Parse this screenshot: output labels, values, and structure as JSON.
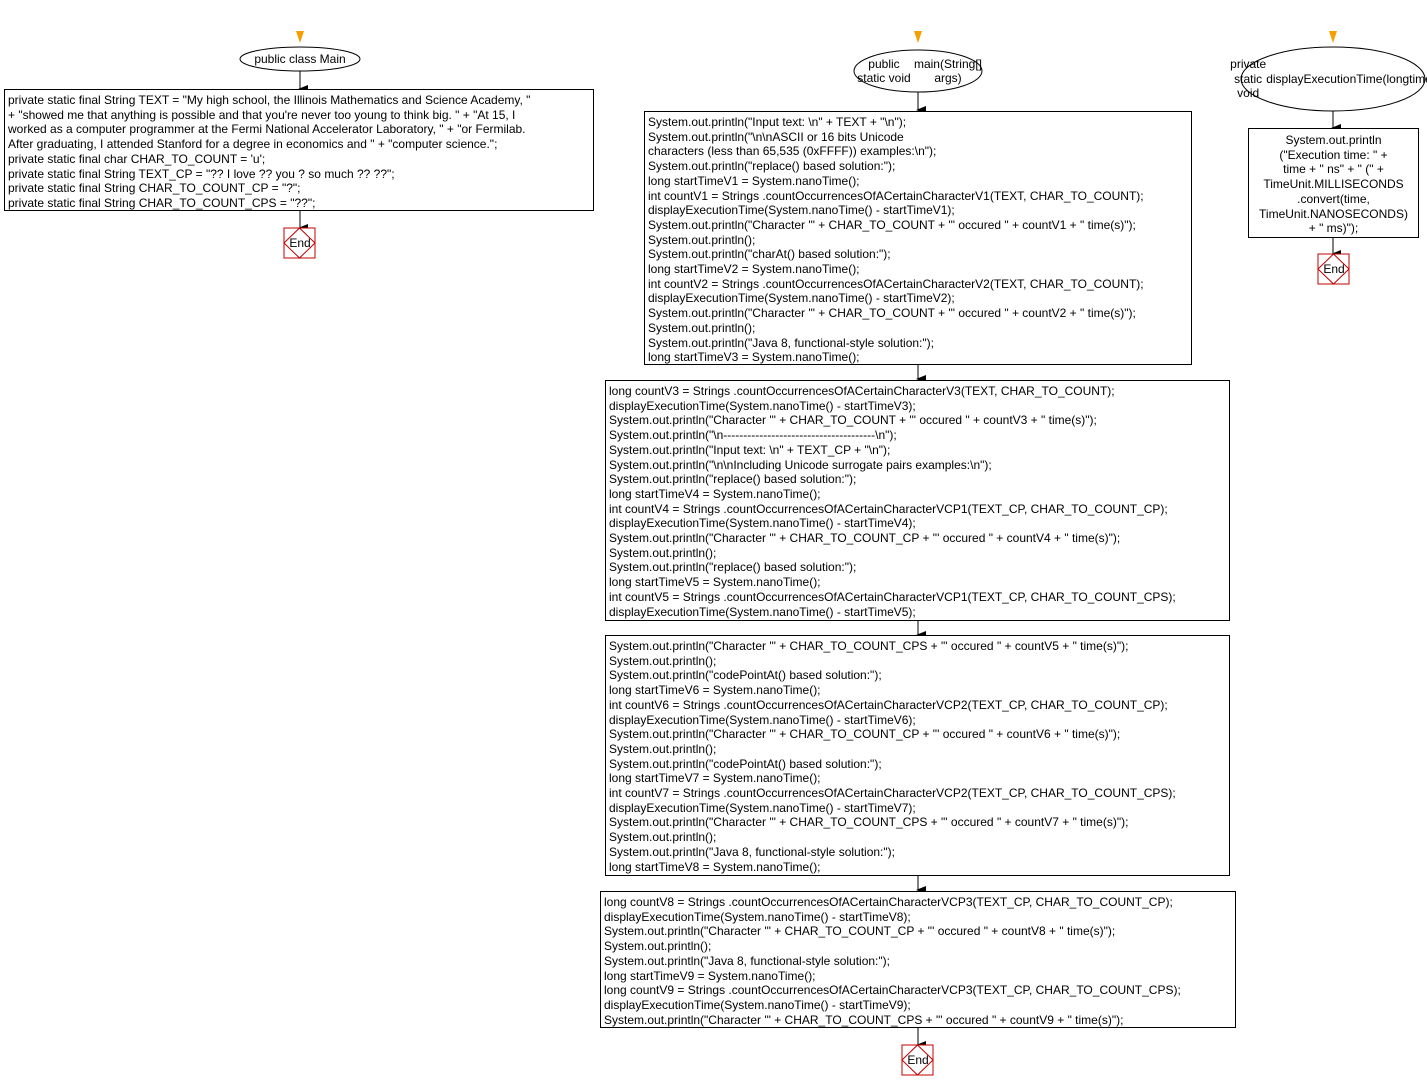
{
  "colors": {
    "start_marker": "#f5a000",
    "end_border": "#c00000",
    "stroke": "#000000"
  },
  "flows": {
    "class_flow": {
      "header": [
        "public class Main"
      ],
      "blocks": [
        [
          "private static final String TEXT = \"My high school, the Illinois Mathematics and Science Academy, \"",
          "+ \"showed me that anything is possible and that you're never too young to think big. \" + \"At 15, I",
          "worked as a computer programmer at the Fermi National Accelerator Laboratory, \" + \"or Fermilab.",
          "After graduating, I attended Stanford for a degree in economics and \" + \"computer science.\";",
          "private static final char CHAR_TO_COUNT = 'u';",
          "private static final String TEXT_CP = \"?? I love ?? you ? so much ?? ??\";",
          "private static final String CHAR_TO_COUNT_CP = \"?\";",
          "private static final String CHAR_TO_COUNT_CPS = \"??\";"
        ]
      ],
      "end_label": "End"
    },
    "main_flow": {
      "header": [
        "public static void",
        "main(String[] args)"
      ],
      "blocks": [
        [
          "System.out.println(\"Input text: \\n\" + TEXT + \"\\n\");",
          "System.out.println(\"\\n\\nASCII or 16 bits Unicode",
          "characters (less than 65,535 (0xFFFF)) examples:\\n\");",
          "System.out.println(\"replace() based solution:\");",
          "long startTimeV1 = System.nanoTime();",
          "int countV1 = Strings .countOccurrencesOfACertainCharacterV1(TEXT, CHAR_TO_COUNT);",
          "displayExecutionTime(System.nanoTime() - startTimeV1);",
          "System.out.println(\"Character '\" + CHAR_TO_COUNT + \"' occured \" + countV1 + \" time(s)\");",
          "System.out.println();",
          "System.out.println(\"charAt() based solution:\");",
          "long startTimeV2 = System.nanoTime();",
          "int countV2 = Strings .countOccurrencesOfACertainCharacterV2(TEXT, CHAR_TO_COUNT);",
          "displayExecutionTime(System.nanoTime() - startTimeV2);",
          "System.out.println(\"Character '\" + CHAR_TO_COUNT + \"' occured \" + countV2 + \" time(s)\");",
          "System.out.println();",
          "System.out.println(\"Java 8, functional-style solution:\");",
          "long startTimeV3 = System.nanoTime();"
        ],
        [
          "long countV3 = Strings .countOccurrencesOfACertainCharacterV3(TEXT, CHAR_TO_COUNT);",
          "displayExecutionTime(System.nanoTime() - startTimeV3);",
          "System.out.println(\"Character '\" + CHAR_TO_COUNT + \"' occured \" + countV3 + \" time(s)\");",
          "System.out.println(\"\\n--------------------------------------\\n\");",
          "System.out.println(\"Input text: \\n\" + TEXT_CP + \"\\n\");",
          "System.out.println(\"\\n\\nIncluding Unicode surrogate pairs examples:\\n\");",
          "System.out.println(\"replace() based solution:\");",
          "long startTimeV4 = System.nanoTime();",
          "int countV4 = Strings .countOccurrencesOfACertainCharacterVCP1(TEXT_CP, CHAR_TO_COUNT_CP);",
          "displayExecutionTime(System.nanoTime() - startTimeV4);",
          "System.out.println(\"Character '\" + CHAR_TO_COUNT_CP + \"' occured \" + countV4 + \" time(s)\");",
          "System.out.println();",
          "System.out.println(\"replace() based solution:\");",
          "long startTimeV5 = System.nanoTime();",
          "int countV5 = Strings .countOccurrencesOfACertainCharacterVCP1(TEXT_CP, CHAR_TO_COUNT_CPS);",
          "displayExecutionTime(System.nanoTime() - startTimeV5);"
        ],
        [
          "System.out.println(\"Character '\" + CHAR_TO_COUNT_CPS + \"' occured \" + countV5 + \" time(s)\");",
          "System.out.println();",
          "System.out.println(\"codePointAt() based solution:\");",
          "long startTimeV6 = System.nanoTime();",
          "int countV6 = Strings .countOccurrencesOfACertainCharacterVCP2(TEXT_CP, CHAR_TO_COUNT_CP);",
          "displayExecutionTime(System.nanoTime() - startTimeV6);",
          "System.out.println(\"Character '\" + CHAR_TO_COUNT_CP + \"' occured \" + countV6 + \" time(s)\");",
          "System.out.println();",
          "System.out.println(\"codePointAt() based solution:\");",
          "long startTimeV7 = System.nanoTime();",
          "int countV7 = Strings .countOccurrencesOfACertainCharacterVCP2(TEXT_CP, CHAR_TO_COUNT_CPS);",
          "displayExecutionTime(System.nanoTime() - startTimeV7);",
          "System.out.println(\"Character '\" + CHAR_TO_COUNT_CPS + \"' occured \" + countV7 + \" time(s)\");",
          "System.out.println();",
          "System.out.println(\"Java 8, functional-style solution:\");",
          "long startTimeV8 = System.nanoTime();"
        ],
        [
          "long countV8 = Strings .countOccurrencesOfACertainCharacterVCP3(TEXT_CP, CHAR_TO_COUNT_CP);",
          "displayExecutionTime(System.nanoTime() - startTimeV8);",
          "System.out.println(\"Character '\" + CHAR_TO_COUNT_CP + \"' occured \" + countV8 + \" time(s)\");",
          "System.out.println();",
          "System.out.println(\"Java 8, functional-style solution:\");",
          "long startTimeV9 = System.nanoTime();",
          "long countV9 = Strings .countOccurrencesOfACertainCharacterVCP3(TEXT_CP, CHAR_TO_COUNT_CPS);",
          "displayExecutionTime(System.nanoTime() - startTimeV9);",
          "System.out.println(\"Character '\" + CHAR_TO_COUNT_CPS + \"' occured \" + countV9 + \" time(s)\");"
        ]
      ],
      "end_label": "End"
    },
    "display_flow": {
      "header": [
        "private static void",
        "displayExecutionTime(long",
        "time)"
      ],
      "blocks": [
        [
          "System.out.println",
          "(\"Execution time: \" +",
          "time + \" ns\" + \" (\" +",
          "TimeUnit.MILLISECONDS",
          ".convert(time,",
          "TimeUnit.NANOSECONDS)",
          "+ \" ms)\");"
        ]
      ],
      "end_label": "End"
    }
  }
}
